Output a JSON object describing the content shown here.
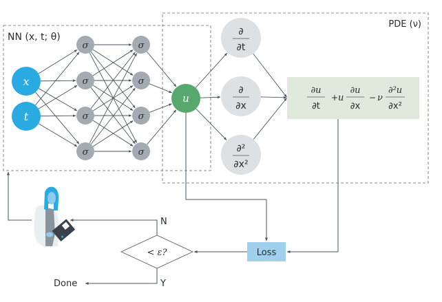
{
  "nn_box": {
    "label": "NN (x, t; θ)"
  },
  "pde_box": {
    "label": "PDE (ν)"
  },
  "inputs": [
    {
      "name": "x",
      "label": "x"
    },
    {
      "name": "t",
      "label": "t"
    }
  ],
  "hidden_layers": [
    {
      "nodes": [
        "σ",
        "σ",
        "σ",
        "σ"
      ]
    },
    {
      "nodes": [
        "σ",
        "σ",
        "σ",
        "σ"
      ]
    }
  ],
  "output": {
    "label": "u"
  },
  "derivatives": [
    {
      "num": "∂",
      "den": "∂t"
    },
    {
      "num": "∂",
      "den": "∂x"
    },
    {
      "num": "∂²",
      "den": "∂x²"
    }
  ],
  "pde_equation": {
    "term1": {
      "num": "∂u",
      "den": "∂t"
    },
    "op1": "+",
    "coef2": "u",
    "term2": {
      "num": "∂u",
      "den": "∂x"
    },
    "op2": "−",
    "coef3": "ν",
    "term3": {
      "num": "∂²u",
      "den": "∂x²"
    }
  },
  "loss": {
    "label": "Loss"
  },
  "decision": {
    "label": "< ε?",
    "no": "N",
    "yes": "Y"
  },
  "done": {
    "label": "Done"
  },
  "colors": {
    "input": "#29abe2",
    "hidden": "#a3aab1",
    "output": "#58a86e",
    "derivative": "#dde1e4",
    "equation_bg": "#dfe9dc",
    "loss_bg": "#9fd0ee",
    "line": "#4a5561"
  }
}
